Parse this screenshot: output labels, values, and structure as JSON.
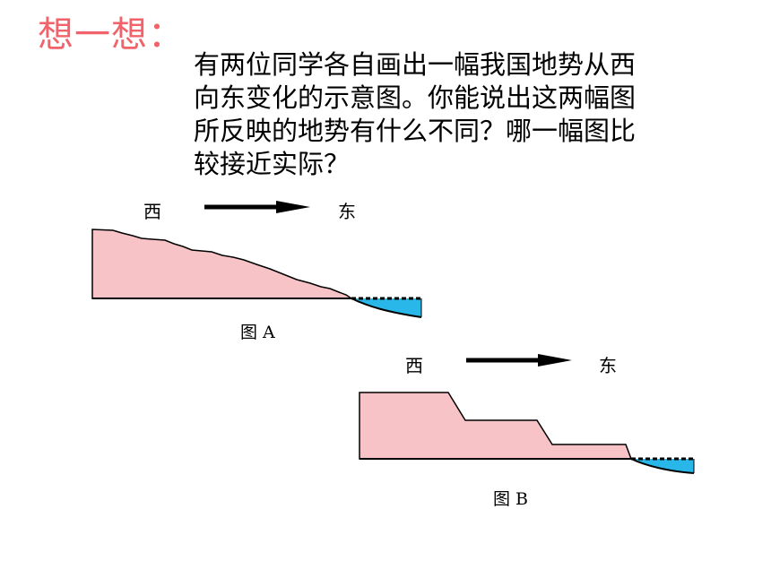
{
  "title": "想一想：",
  "question_lines": [
    "有两位同学各自画出一幅我国地势从西",
    "向东变化的示意图。你能说出这两幅图",
    "所反映的地势有什么不同？哪一幅图比",
    "较接近实际？"
  ],
  "figure_a": {
    "west": "西",
    "east": "东",
    "caption": "图 A"
  },
  "figure_b": {
    "west": "西",
    "east": "东",
    "caption": "图 B"
  },
  "colors": {
    "title": "#f2626a",
    "land": "#f7c3c6",
    "water": "#29b7ea"
  }
}
